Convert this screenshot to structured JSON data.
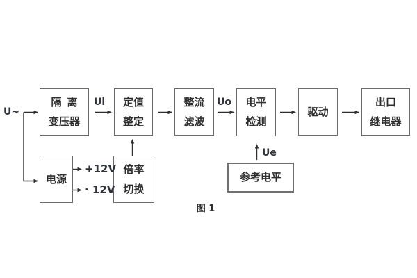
{
  "figure": {
    "caption": "图 1",
    "background_color": "#ffffff",
    "line_color": "#2f2f2f",
    "border_color": "#6a6a6a",
    "text_color": "#2e2e2e"
  },
  "blocks": {
    "isolation_transformer": {
      "line1": "隔离",
      "line2": "变压器"
    },
    "setting": {
      "line1": "定值",
      "line2": "整定"
    },
    "rectifier_filter": {
      "line1": "整流",
      "line2": "滤波"
    },
    "level_detection": {
      "line1": "电平",
      "line2": "检测"
    },
    "driver": {
      "label": "驱动"
    },
    "output_relay": {
      "line1": "出口",
      "line2": "继电器"
    },
    "power_supply": {
      "label": "电源"
    },
    "ratio_switch": {
      "line1": "倍率",
      "line2": "切换"
    },
    "reference_level": {
      "label": "参考电平"
    }
  },
  "signals": {
    "input": "U~",
    "ui": "Ui",
    "uo": "Uo",
    "ue": "Ue",
    "plus12v": "+12V",
    "minus12v": "· 12V"
  }
}
